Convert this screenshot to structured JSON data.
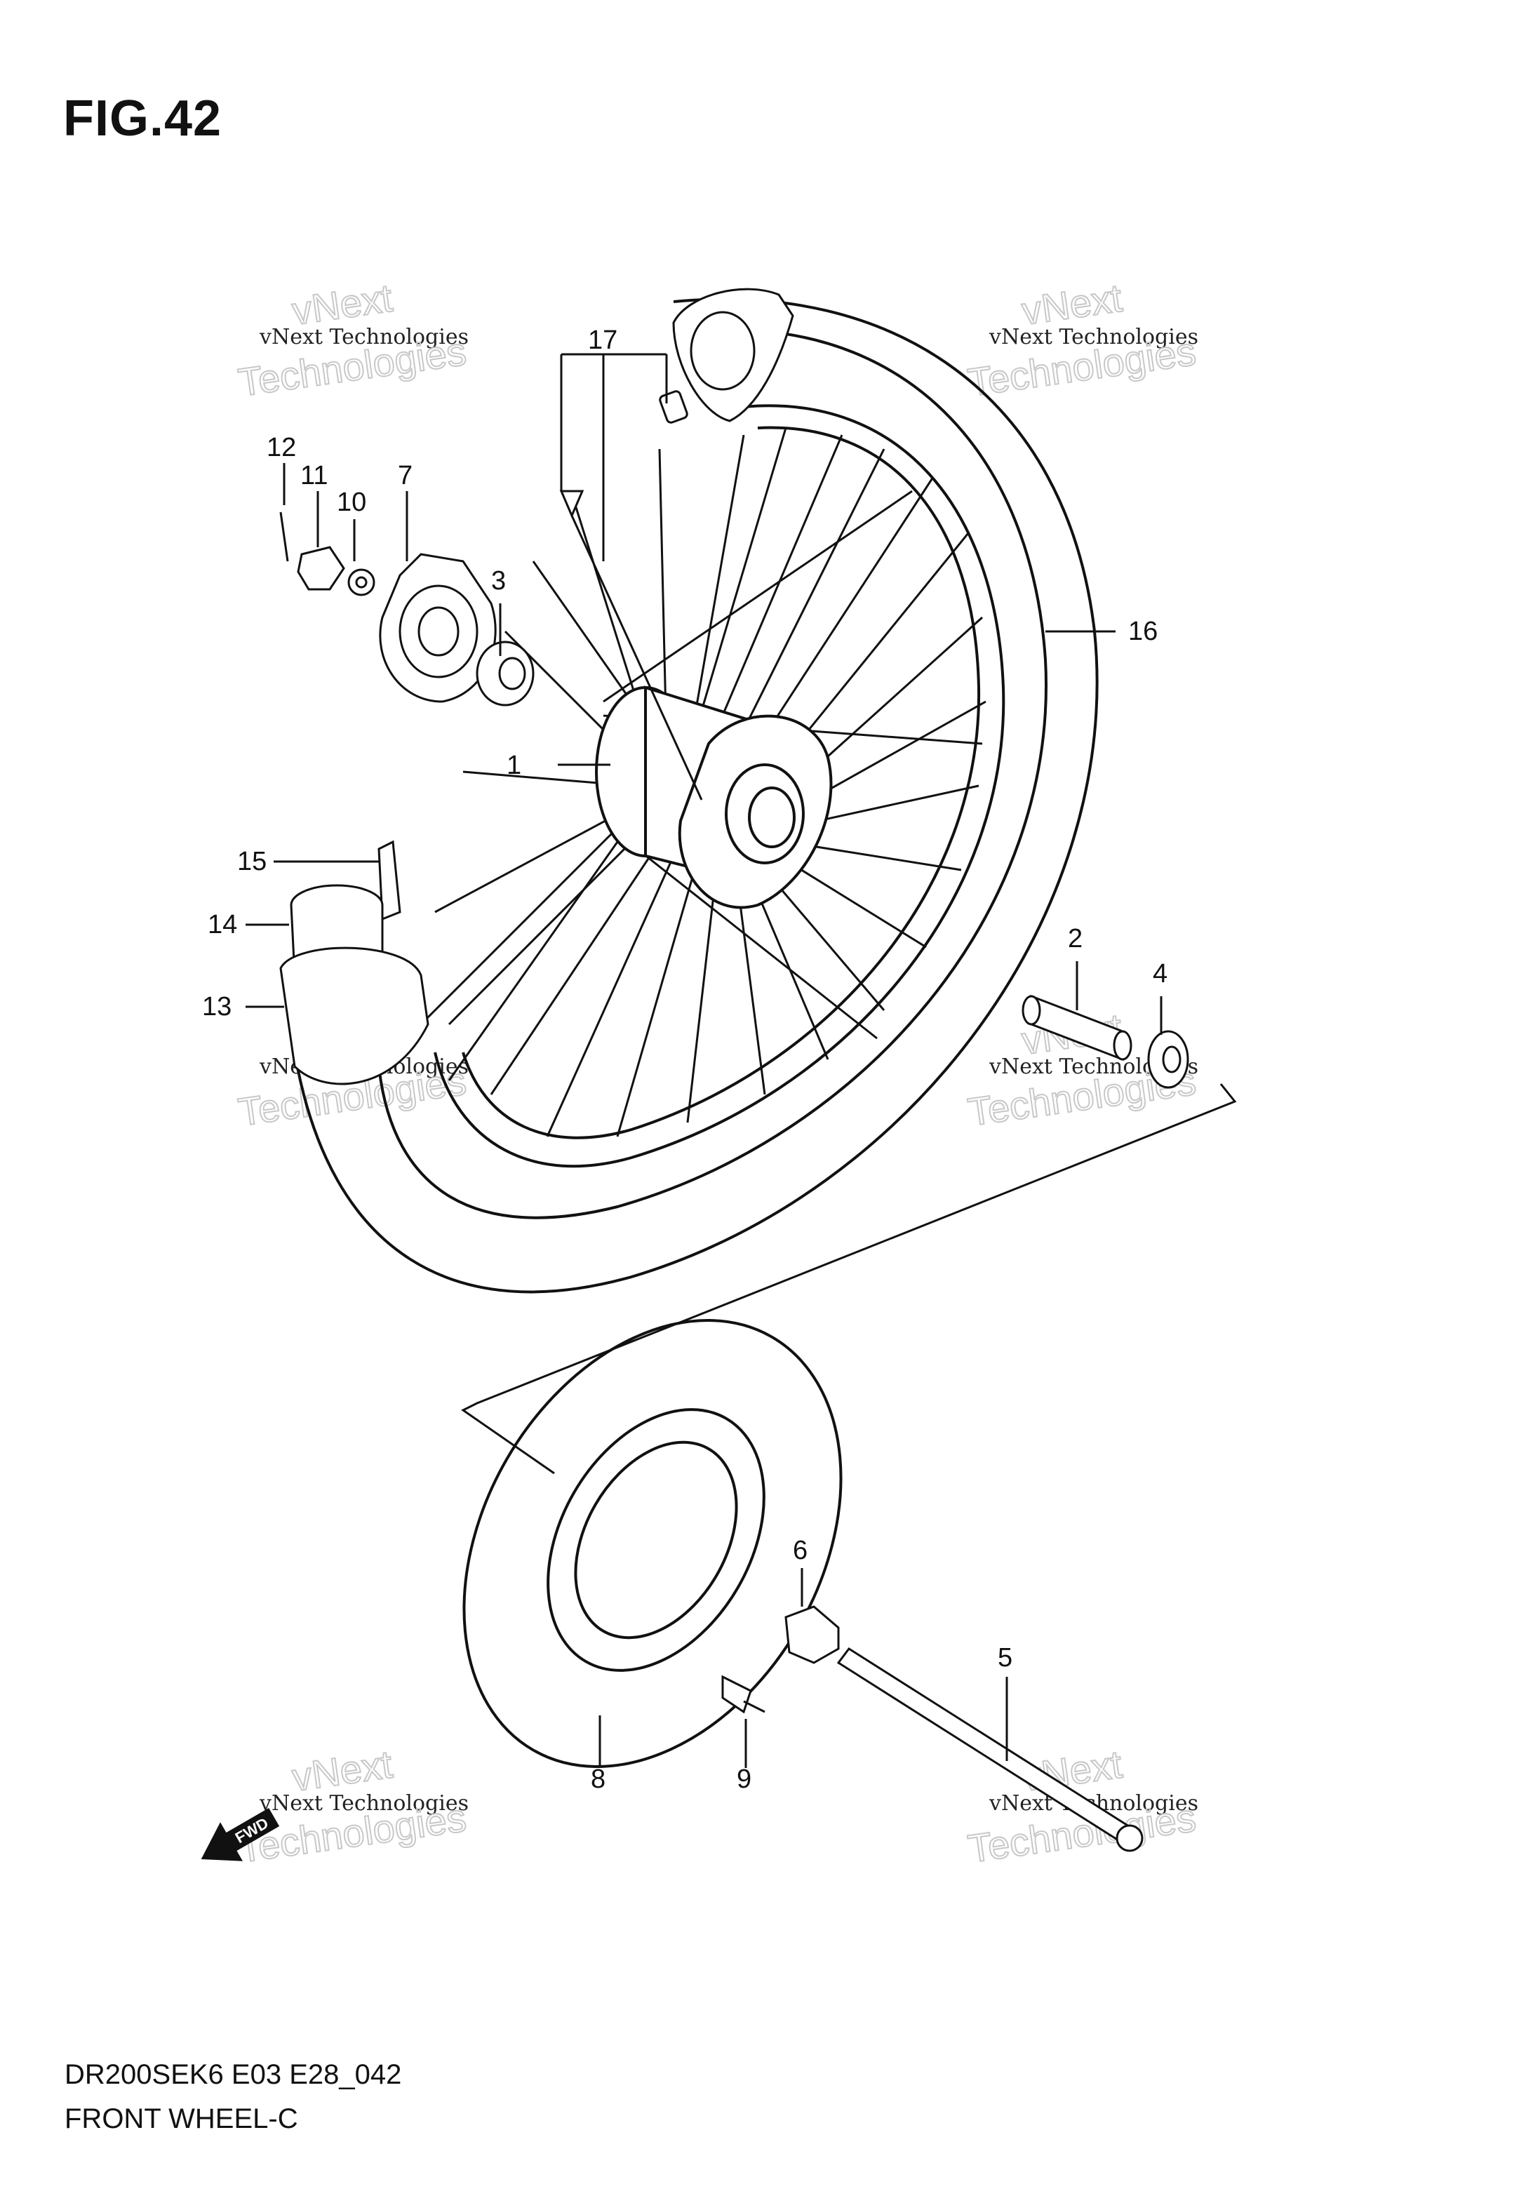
{
  "figure": {
    "title": "FIG.42",
    "model_code": "DR200SEK6 E03 E28_042",
    "name": "FRONT WHEEL-C"
  },
  "callouts": [
    "1",
    "2",
    "3",
    "4",
    "5",
    "6",
    "7",
    "8",
    "9",
    "10",
    "11",
    "12",
    "13",
    "14",
    "15",
    "16",
    "17"
  ],
  "watermark": {
    "line1": "vNext Technologies",
    "line2": "vNext",
    "line3": "Technologies"
  },
  "arrow_label": "FWD"
}
